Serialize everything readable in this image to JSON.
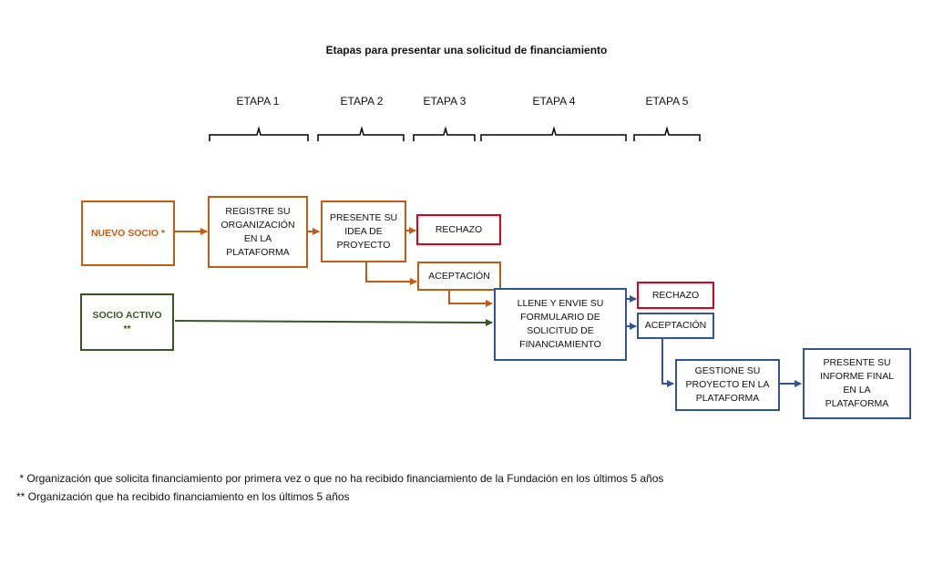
{
  "title": "Etapas para presentar una solicitud de financiamiento",
  "stages": [
    "ETAPA 1",
    "ETAPA 2",
    "ETAPA 3",
    "ETAPA 4",
    "ETAPA 5"
  ],
  "boxes": {
    "nuevo_socio": "NUEVO SOCIO *",
    "socio_activo": "SOCIO ACTIVO\n**",
    "registre": "REGISTRE SU\nORGANIZACIÓN\nEN LA\nPLATAFORMA",
    "presente_idea": "PRESENTE SU\nIDEA DE\nPROYECTO",
    "rechazo_1": "RECHAZO",
    "aceptacion_1": "ACEPTACIÓN",
    "llene": "LLENE Y ENVIE SU\nFORMULARIO DE\nSOLICITUD DE\nFINANCIAMIENTO",
    "rechazo_2": "RECHAZO",
    "aceptacion_2": "ACEPTACIÓN",
    "gestione": "GESTIONE SU\nPROYECTO EN LA\nPLATAFORMA",
    "informe": "PRESENTE SU\nINFORME FINAL\nEN LA\nPLATAFORMA"
  },
  "notes": [
    " * Organización que solicita financiamiento por primera vez o que no ha recibido financiamiento de la Fundación en los últimos 5 años",
    "** Organización que ha recibido financiamiento en los últimos 5 años"
  ],
  "colors": {
    "orange": "#c55a11",
    "blue": "#2f5597",
    "red": "#e0001b",
    "green": "#375623"
  }
}
